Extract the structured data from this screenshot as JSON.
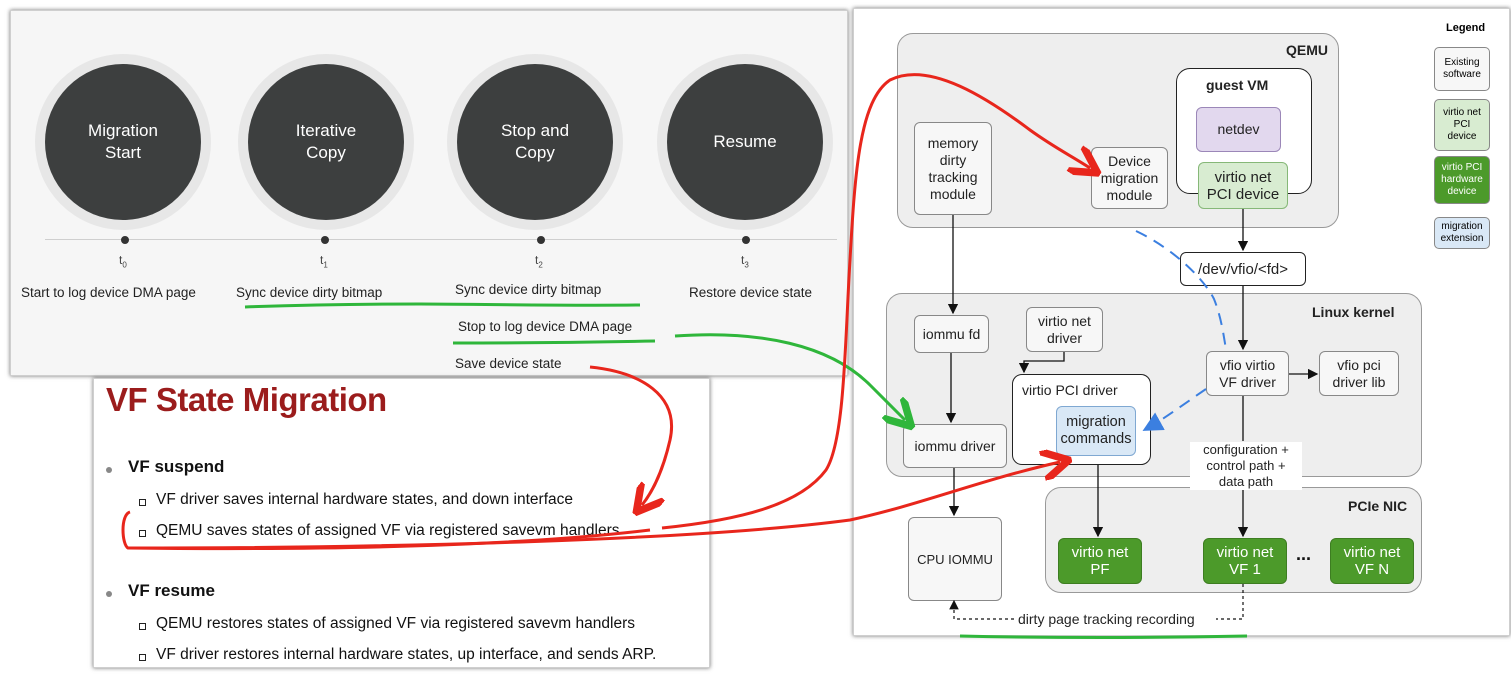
{
  "timeline": {
    "phases": [
      {
        "label": "Migration\nStart",
        "tick_base": "t",
        "tick_sub": "0",
        "desc": "Start to log device DMA page"
      },
      {
        "label": "Iterative\nCopy",
        "tick_base": "t",
        "tick_sub": "1",
        "desc": "Sync device dirty bitmap"
      },
      {
        "label": "Stop and\nCopy",
        "tick_base": "t",
        "tick_sub": "2",
        "desc": "Sync device dirty bitmap"
      },
      {
        "label": "Resume",
        "tick_base": "t",
        "tick_sub": "3",
        "desc": "Restore device state"
      }
    ],
    "extra_desc": [
      "Stop to log device DMA page",
      "Save device state"
    ]
  },
  "vf": {
    "title": "VF State Migration",
    "sections": [
      {
        "heading": "VF suspend",
        "items": [
          "VF driver saves internal hardware states, and down interface",
          "QEMU saves states of assigned VF via registered savevm handlers"
        ]
      },
      {
        "heading": "VF resume",
        "items": [
          "QEMU restores states of assigned VF via registered savevm handlers",
          "VF driver restores internal hardware states, up interface, and sends ARP."
        ]
      }
    ]
  },
  "diagram": {
    "regions": {
      "qemu": "QEMU",
      "guest": "guest VM",
      "kernel": "Linux kernel",
      "nic": "PCIe NIC"
    },
    "boxes": {
      "memory_dirty": "memory\ndirty\ntracking\nmodule",
      "device_migration": "Device\nmigration\nmodule",
      "netdev": "netdev",
      "virtio_net_pci": "virtio net\nPCI device",
      "dev_vfio": "/dev/vfio/<fd>",
      "iommu_fd": "iommu fd",
      "virtio_net_driver": "virtio net\ndriver",
      "virtio_pci_driver": "virtio PCI driver",
      "migration_commands": "migration\ncommands",
      "vfio_virtio": "vfio virtio\nVF driver",
      "vfio_pci_lib": "vfio pci\ndriver lib",
      "iommu_driver": "iommu driver",
      "cpu_iommu": "CPU IOMMU",
      "pf": "virtio net\nPF",
      "vf1": "virtio net\nVF 1",
      "vfn": "virtio net\nVF N",
      "ellipsis": "...",
      "config_path": "configuration +\ncontrol path +\ndata path",
      "dirty_recording": "dirty page tracking recording"
    },
    "legend": {
      "title": "Legend",
      "items": [
        "Existing\nsoftware",
        "virtio net\nPCI\ndevice",
        "virtio PCI\nhardware\ndevice",
        "migration\nextension"
      ]
    },
    "colors": {
      "hw_green": "#4c9a2a",
      "pci_green": "#d8ecd1",
      "migration_blue": "#d9e8f6",
      "netdev_purple": "#e2d8ee"
    }
  },
  "annotations": {
    "red": "#e8261c",
    "green": "#2fb63b",
    "blue_dashed": "#3b7fe0"
  }
}
